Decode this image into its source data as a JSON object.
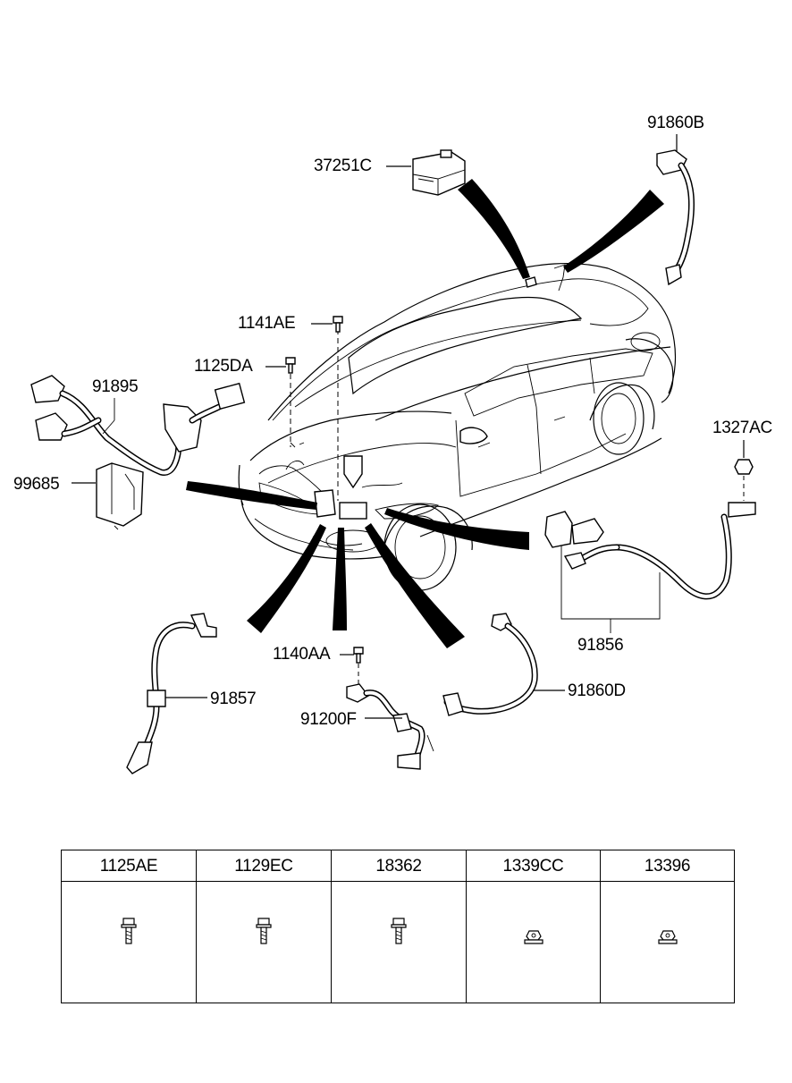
{
  "labels": {
    "p37251C": "37251C",
    "p91860B": "91860B",
    "p1141AE": "1141AE",
    "p1125DA": "1125DA",
    "p91895": "91895",
    "p99685": "99685",
    "p1327AC": "1327AC",
    "p91856": "91856",
    "p1140AA": "1140AA",
    "p91857": "91857",
    "p91200F": "91200F",
    "p91860D": "91860D"
  },
  "fastener_table": {
    "columns": [
      {
        "code": "1125AE",
        "icon": "flange-bolt-icon"
      },
      {
        "code": "1129EC",
        "icon": "flange-bolt-icon"
      },
      {
        "code": "18362",
        "icon": "flange-bolt-icon"
      },
      {
        "code": "1339CC",
        "icon": "flange-nut-icon"
      },
      {
        "code": "13396",
        "icon": "flange-nut-icon"
      }
    ]
  }
}
